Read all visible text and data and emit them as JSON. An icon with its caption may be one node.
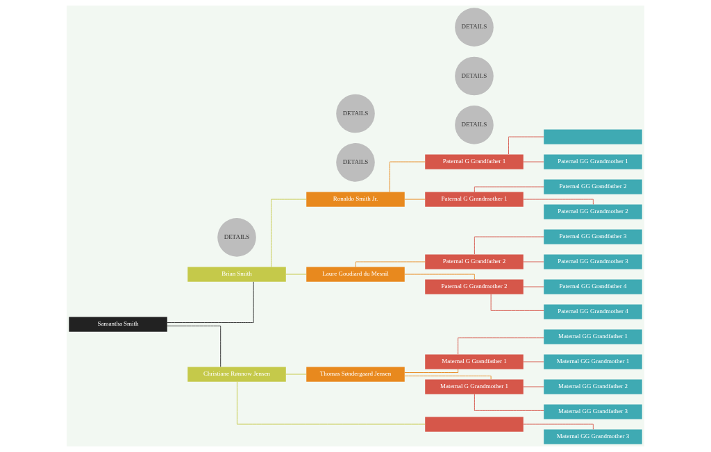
{
  "diagram": {
    "nodes": [
      {
        "text": [
          "Samantha Smith"
        ]
      },
      {
        "text": [
          "DETAILS"
        ]
      },
      {
        "text": [
          "Brian Smith"
        ]
      },
      {
        "text": [
          "Christiane Rønnow Jensen"
        ]
      },
      {
        "text": [
          "DETAILS"
        ]
      },
      {
        "text": [
          "DETAILS"
        ]
      },
      {
        "text": [
          "Ronaldo Smith Jr."
        ]
      },
      {
        "text": [
          "Laure Goudiard du Mesnil"
        ]
      },
      {
        "text": [
          "Thomas Søndergaard Jensen"
        ]
      },
      {
        "text": [
          "DETAILS"
        ]
      },
      {
        "text": [
          "DETAILS"
        ]
      },
      {
        "text": [
          "DETAILS"
        ]
      },
      {
        "text": [
          "Paternal G Grandfather 1"
        ]
      },
      {
        "text": [
          "Paternal G Grandmother 1"
        ]
      },
      {
        "text": [
          "Paternal G Grandfather 2"
        ]
      },
      {
        "text": [
          "Paternal G Grandmother 2"
        ]
      },
      {
        "text": [
          "Maternal G Grandfather 1"
        ]
      },
      {
        "text": [
          "Maternal G Grandmother 1"
        ]
      },
      {
        "text": [],
        "shape": "box"
      },
      {
        "text": [],
        "shape": "box"
      },
      {
        "text": [
          "Paternal GG Grandmother 1"
        ]
      },
      {
        "text": [
          "Paternal GG Grandfather 2"
        ]
      },
      {
        "text": [
          "Paternal GG Grandmother 2"
        ]
      },
      {
        "text": [
          "Paternal GG Grandfather 3"
        ]
      },
      {
        "text": [
          "Paternal GG Grandmother 3"
        ]
      },
      {
        "text": [
          "Paternal GG Grandfather 4"
        ]
      },
      {
        "text": [
          "Paternal GG Grandmother 4"
        ]
      },
      {
        "text": [
          "Maternal GG Grandfather 1"
        ]
      },
      {
        "text": [
          "Maternal GG Grandmother 1"
        ]
      },
      {
        "text": [
          "Maternal GG Grandfather 2"
        ]
      },
      {
        "text": [
          "Maternal GG Grandfather 3"
        ]
      },
      {
        "text": [
          "Maternal GG Grandmother 3"
        ]
      }
    ],
    "edges": [
      {
        "from": 0,
        "to": 2,
        "arrow": "none",
        "color": "#333333"
      },
      {
        "from": 0,
        "to": 3,
        "arrow": "none",
        "color": "#333333"
      },
      {
        "from": 2,
        "to": 6,
        "arrow": "none",
        "color": "#c5c94a"
      },
      {
        "from": 2,
        "to": 7,
        "arrow": "none",
        "color": "#c5c94a"
      },
      {
        "from": 3,
        "to": 8,
        "arrow": "none",
        "color": "#c5c94a"
      },
      {
        "from": 3,
        "to": 18,
        "arrow": "none",
        "color": "#c5c94a"
      },
      {
        "from": 6,
        "to": 12,
        "arrow": "none",
        "color": "#e8891e"
      },
      {
        "from": 6,
        "to": 13,
        "arrow": "none",
        "color": "#e8891e"
      },
      {
        "from": 7,
        "to": 14,
        "arrow": "none",
        "color": "#e8891e"
      },
      {
        "from": 7,
        "to": 15,
        "arrow": "none",
        "color": "#e8891e"
      },
      {
        "from": 8,
        "to": 16,
        "arrow": "none",
        "color": "#e8891e"
      },
      {
        "from": 8,
        "to": 17,
        "arrow": "none",
        "color": "#e8891e"
      },
      {
        "from": 12,
        "to": 19,
        "arrow": "none"
      },
      {
        "from": 12,
        "to": 20,
        "arrow": "none"
      },
      {
        "from": 13,
        "to": 21,
        "arrow": "none"
      },
      {
        "from": 13,
        "to": 22,
        "arrow": "none"
      },
      {
        "from": 14,
        "to": 23,
        "arrow": "none"
      },
      {
        "from": 14,
        "to": 24,
        "arrow": "none"
      },
      {
        "from": 15,
        "to": 25,
        "arrow": "none"
      },
      {
        "from": 15,
        "to": 26,
        "arrow": "none"
      },
      {
        "from": 16,
        "to": 27,
        "arrow": "none"
      },
      {
        "from": 16,
        "to": 28,
        "arrow": "none"
      },
      {
        "from": 17,
        "to": 29,
        "arrow": "none"
      },
      {
        "from": 17,
        "to": 30,
        "arrow": "none"
      },
      {
        "from": 18,
        "to": 31,
        "arrow": "none"
      }
    ]
  }
}
